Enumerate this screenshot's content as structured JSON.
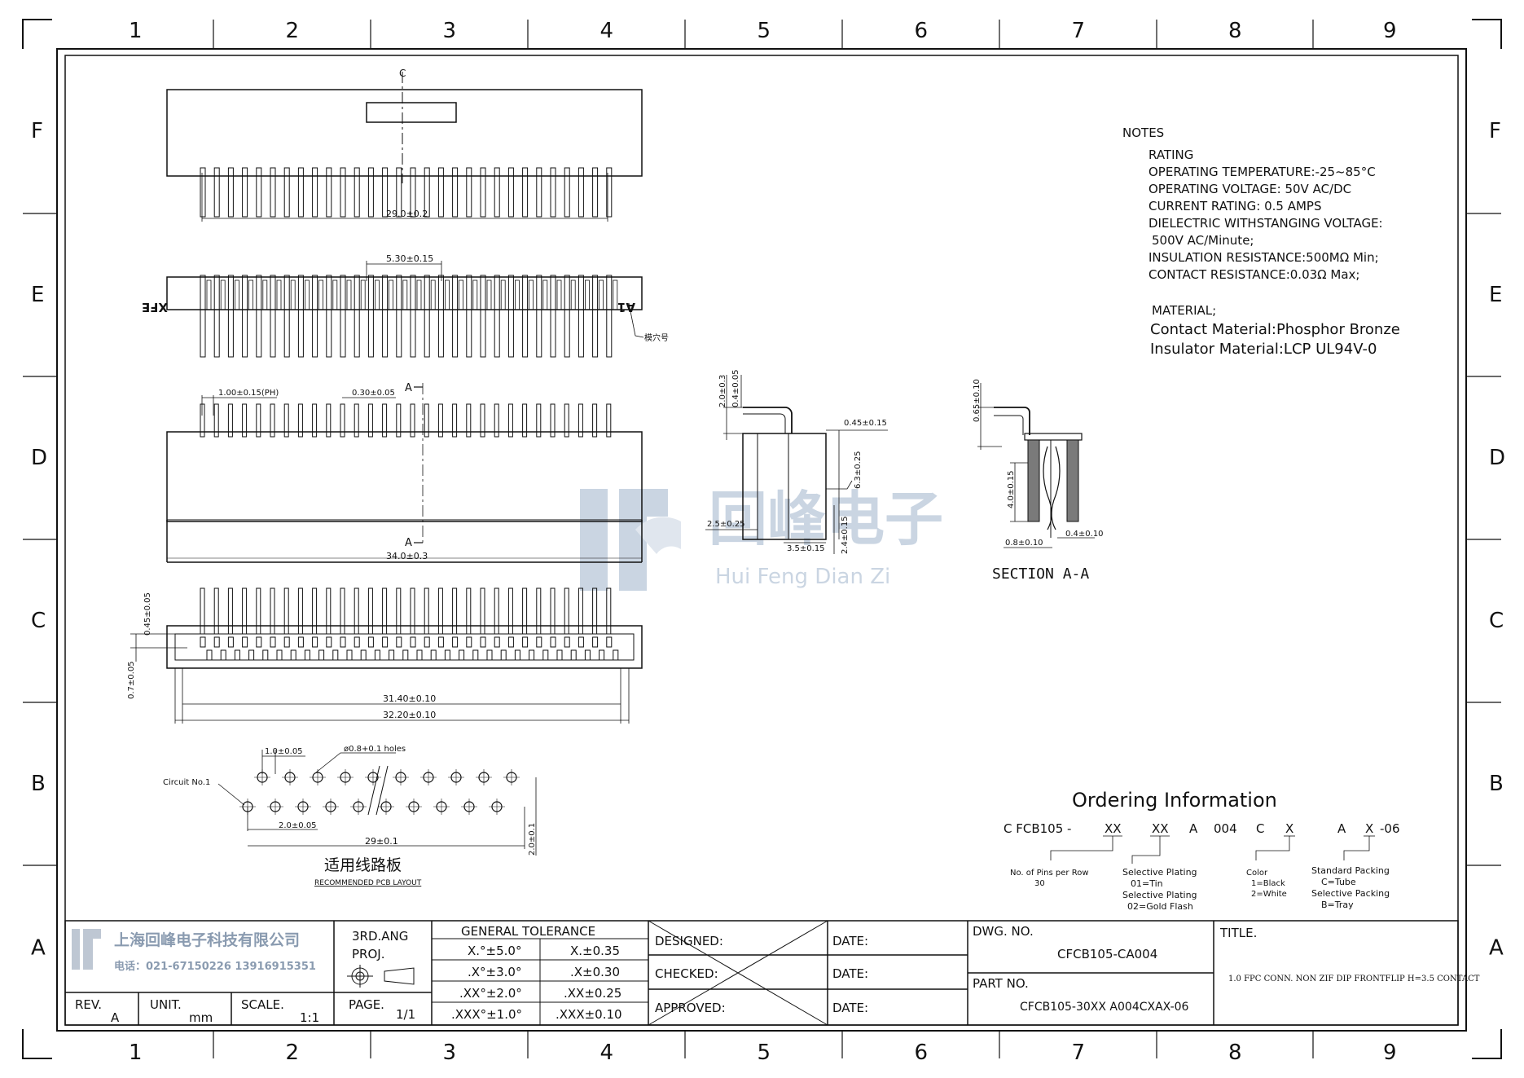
{
  "frame": {
    "columns": [
      "1",
      "2",
      "3",
      "4",
      "5",
      "6",
      "7",
      "8",
      "9"
    ],
    "rows": [
      "F",
      "E",
      "D",
      "C",
      "B",
      "A"
    ]
  },
  "watermark": {
    "chinese": "回峰电子",
    "pinyin": "Hui Feng Dian Zi"
  },
  "views": {
    "top": {
      "marker": "C",
      "width_dim": "29.0±0.2"
    },
    "front": {
      "left_label": "XFE",
      "right_label": "A1",
      "pitch_dim": "5.30±0.15",
      "callout": "模穴号"
    },
    "side": {
      "pitch_dim": "1.00±0.15(PH)",
      "pin_dim": "0.30±0.05",
      "section_mark_top": "A",
      "section_mark_bottom": "A",
      "width_dim": "34.0±0.3"
    },
    "bottom": {
      "dim_a": "0.45±0.05",
      "dim_b": "0.7±0.05",
      "dim_inner": "31.40±0.10",
      "dim_outer": "32.20±0.10"
    },
    "pcb": {
      "pitch_dim": "1.0±0.05",
      "hole_note": "ø0.8+0.1 holes",
      "circuit_label": "Circuit No.1",
      "row_pitch": "2.0±0.05",
      "span_dim": "29±0.1",
      "height_dim": "2.0±0.1",
      "title_cn": "适用线路板",
      "title_en": "RECOMMENDED PCB LAYOUT"
    },
    "profile": {
      "d1": "2.0±0.3",
      "d2": "0.4±0.05",
      "d3": "0.45±0.15",
      "d4": "6.3±0.25",
      "d5": "2.5±0.25",
      "d6": "3.5±0.15",
      "d7": "2.4±0.15"
    },
    "section": {
      "d1": "0.65±0.10",
      "d2": "4.0±0.15",
      "d3": "0.8±0.10",
      "d4": "0.4±0.10",
      "title": "SECTION A-A"
    }
  },
  "notes": {
    "heading": "NOTES",
    "rating_heading": "RATING",
    "rating": [
      "OPERATING TEMPERATURE:-25~85°C",
      "OPERATING VOLTAGE: 50V AC/DC",
      "CURRENT RATING: 0.5 AMPS",
      "DIELECTRIC WITHSTANGING VOLTAGE:",
      "500V AC/Minute;",
      "INSULATION RESISTANCE:500MΩ Min;",
      "CONTACT RESISTANCE:0.03Ω Max;"
    ],
    "material_heading": "MATERIAL;",
    "material": [
      "Contact Material:Phosphor Bronze",
      "Insulator Material:LCP UL94V-0"
    ]
  },
  "ordering": {
    "title": "Ordering Information",
    "code_parts": [
      "C FCB105 -",
      "XX",
      "XX",
      "A",
      "004",
      "C",
      "X",
      "A",
      "X",
      "-06"
    ],
    "legend_pins": [
      "No. of Pins per Row",
      "30"
    ],
    "legend_plating": [
      "Selective Plating",
      "01=Tin",
      "Selective Plating",
      "02=Gold Flash"
    ],
    "legend_color": [
      "Color",
      "1=Black",
      "2=White"
    ],
    "legend_packing": [
      "Standard Packing",
      "C=Tube",
      "Selective Packing",
      "B=Tray"
    ]
  },
  "title_block": {
    "company": "上海回峰电子科技有限公司",
    "phone": "电话：021-67150226  13916915351",
    "projection_label": "3RD.ANG",
    "projection_label2": "PROJ.",
    "tolerance_title": "GENERAL TOLERANCE",
    "tolerances": [
      {
        "a": "X.°±5.0°",
        "b": "X.±0.35"
      },
      {
        "a": ".X°±3.0°",
        "b": ".X±0.30"
      },
      {
        "a": ".XX°±2.0°",
        "b": ".XX±0.25"
      },
      {
        "a": ".XXX°±1.0°",
        "b": ".XXX±0.10"
      }
    ],
    "rev_label": "REV.",
    "rev_value": "A",
    "unit_label": "UNIT.",
    "unit_value": "mm",
    "scale_label": "SCALE.",
    "scale_value": "1:1",
    "page_label": "PAGE.",
    "page_value": "1/1",
    "designed": "DESIGNED:",
    "checked": "CHECKED:",
    "approved": "APPROVED:",
    "date": "DATE:",
    "dwg_label": "DWG. NO.",
    "dwg_value": "CFCB105-CA004",
    "part_label": "PART NO.",
    "part_value": "CFCB105-30XX A004CXAX-06",
    "title_label": "TITLE.",
    "title_value": "1.0 FPC CONN. NON ZIF DIP FRONTFLIP H=3.5 CONTACT"
  }
}
